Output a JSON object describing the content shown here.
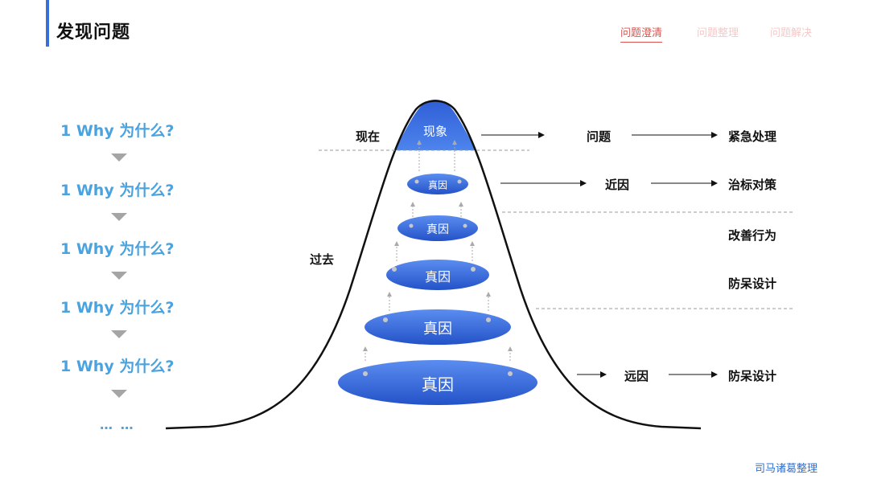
{
  "header": {
    "title": "发现问题",
    "nav": [
      "问题澄清",
      "问题整理",
      "问题解决"
    ]
  },
  "why_chain": {
    "items": [
      "1  Why 为什么?",
      "1  Why 为什么?",
      "1  Why 为什么?",
      "1  Why 为什么?",
      "1  Why 为什么?"
    ],
    "ellipsis": "… …"
  },
  "mountain": {
    "now_label": "现在",
    "past_label": "过去",
    "phenomenon": "现象",
    "true_cause": [
      "真因",
      "真因",
      "真因",
      "真因",
      "真因"
    ]
  },
  "flow": {
    "row1": [
      "问题",
      "紧急处理"
    ],
    "row2": [
      "近因",
      "治标对策"
    ],
    "improve": "改善行为",
    "proofing": "防呆设计",
    "row3": [
      "远因",
      "防呆设计"
    ]
  },
  "colors": {
    "accent": "#3b6fd8",
    "why_text": "#4aa3df",
    "nav_active": "#d9544f",
    "nav_inactive": "#f4c9c9",
    "oval": "#2e5fd6"
  },
  "footer": {
    "credit": "司马诸葛整理"
  }
}
